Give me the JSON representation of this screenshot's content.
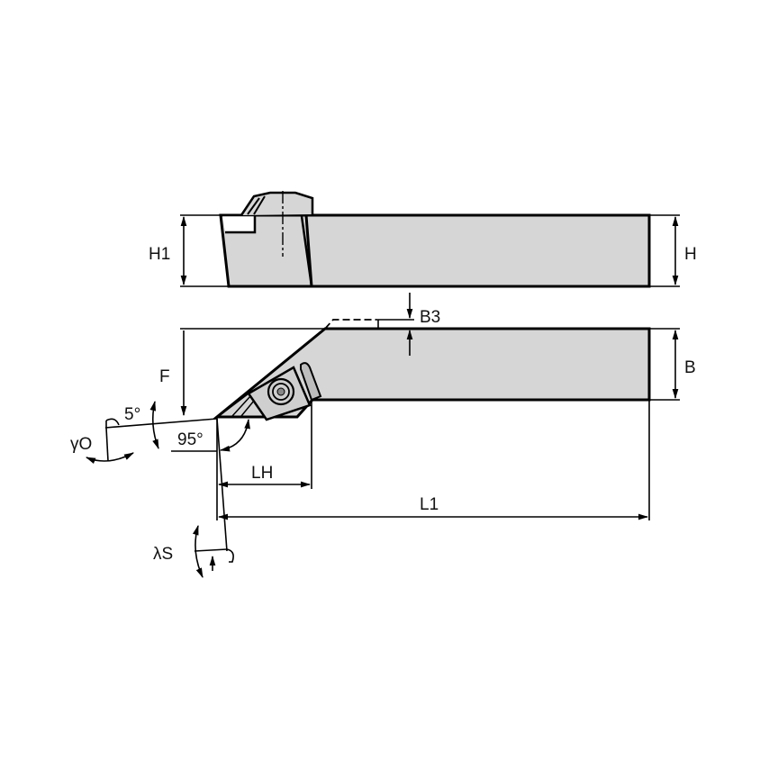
{
  "diagram": {
    "title": "Turning toolholder dimension drawing",
    "colors": {
      "body_fill": "#d6d6d6",
      "line": "#000000",
      "background": "#ffffff"
    },
    "side_view": {
      "labels": {
        "h1": "H1",
        "h": "H"
      }
    },
    "top_view": {
      "labels": {
        "b": "B",
        "b3": "B3",
        "f": "F",
        "lh": "LH",
        "l1": "L1"
      }
    },
    "angles": {
      "lead_angle": "95°",
      "clearance_angle": "5°",
      "rake_angle": "γO",
      "inclination_angle": "λS"
    }
  }
}
